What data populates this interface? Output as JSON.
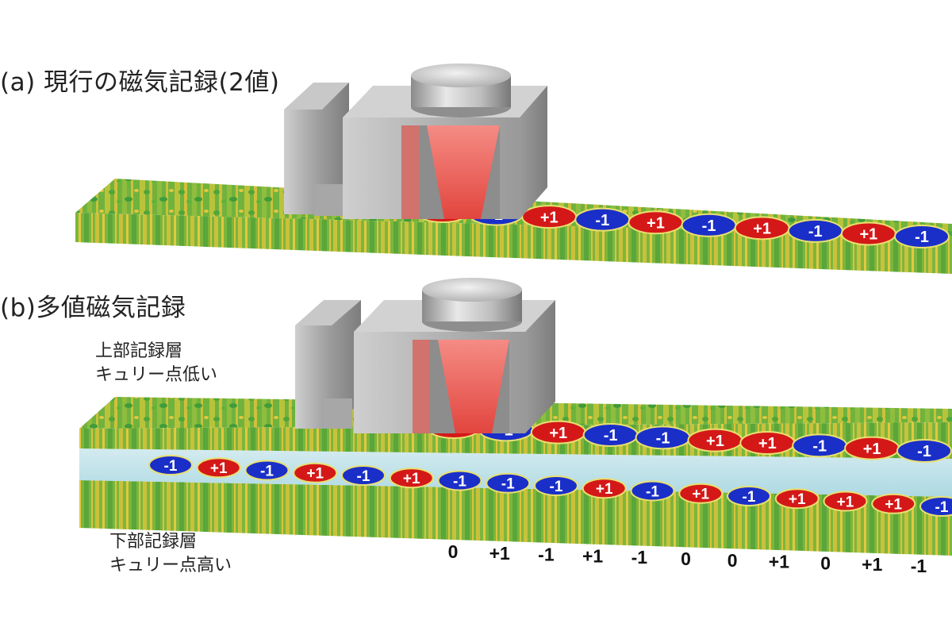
{
  "panel_a": {
    "title": "(a) 現行の磁気記録(2値)",
    "bits": [
      "+1",
      "-1",
      "+1",
      "-1",
      "+1",
      "-1",
      "+1",
      "-1",
      "+1",
      "-1"
    ]
  },
  "panel_b": {
    "title": "(b)多値磁気記録",
    "upper_label": [
      "上部記録層",
      "キュリー点低い"
    ],
    "lower_label": [
      "下部記録層",
      "キュリー点高い"
    ],
    "upper_bits": [
      "+1",
      "-1",
      "+1",
      "-1",
      "-1",
      "+1",
      "+1",
      "-1",
      "+1",
      "-1"
    ],
    "lower_bits": [
      "-1",
      "+1",
      "-1",
      "+1",
      "-1",
      "+1",
      "-1",
      "-1",
      "-1",
      "+1",
      "-1",
      "+1",
      "-1",
      "+1",
      "+1",
      "+1",
      "-1"
    ],
    "values": [
      "0",
      "+1",
      "-1",
      "+1",
      "-1",
      "0",
      "0",
      "+1",
      "0",
      "+1",
      "-1"
    ]
  },
  "colors": {
    "up_domain": "#d41818",
    "down_domain": "#1a2fc8",
    "medium_green": "#5aa83a",
    "medium_yellow": "#c8c43a",
    "head_metal": "#b9b9b9",
    "laser": "#f06a62"
  }
}
